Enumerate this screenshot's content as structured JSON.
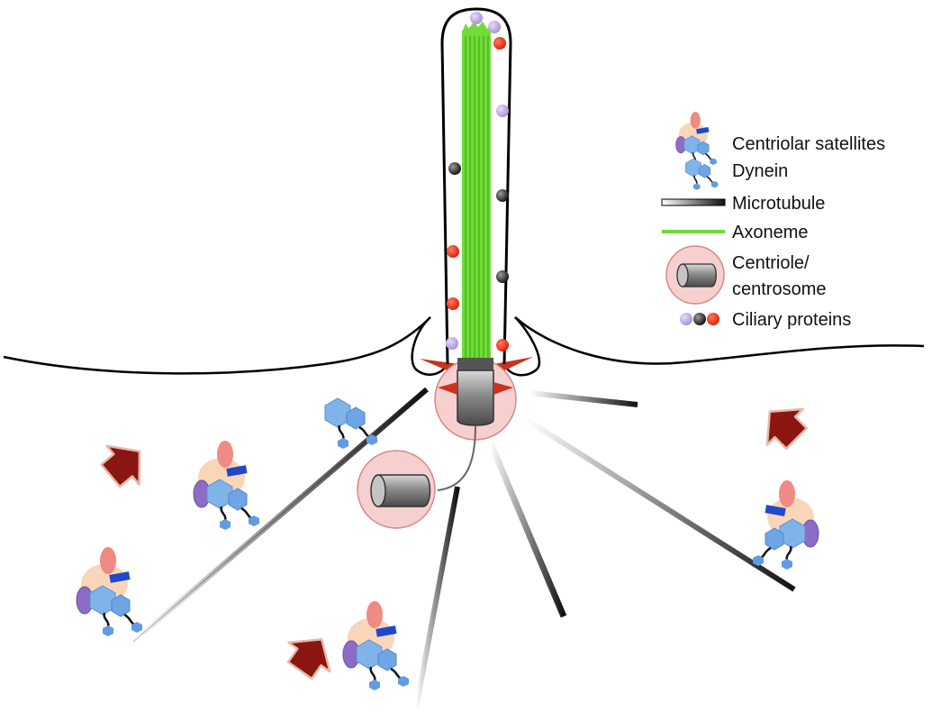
{
  "legend": {
    "items": [
      {
        "id": "satellites",
        "label": "Centriolar satellites",
        "icon": "centriolar-satellite-icon"
      },
      {
        "id": "dynein",
        "label": "Dynein",
        "icon": "dynein-icon"
      },
      {
        "id": "microtubule",
        "label": "Microtubule",
        "icon": "microtubule-icon"
      },
      {
        "id": "axoneme",
        "label": "Axoneme",
        "icon": "axoneme-line-icon"
      },
      {
        "id": "centriole",
        "label": "Centriole/",
        "label2": "centrosome",
        "icon": "centriole-icon"
      },
      {
        "id": "proteins",
        "label": "Ciliary proteins",
        "icon": "ciliary-protein-dots-icon"
      }
    ]
  },
  "colors": {
    "axoneme": "#6fdc3a",
    "axoneme_dark": "#4fb521",
    "arrow": "#8b1510",
    "centrosome_fill": "#f6cfcf",
    "centrosome_stroke": "#d98787",
    "protein_purple": "#b9a3dc",
    "protein_red": "#f02610",
    "protein_black": "#222222",
    "satellite_peach": "#f9d6b8",
    "satellite_pink": "#ef8a84",
    "satellite_blue": "#1f49c9",
    "satellite_purple": "#8c6cc4",
    "dynein_blue": "#6fa8e6",
    "transition_red": "#c8341d"
  }
}
